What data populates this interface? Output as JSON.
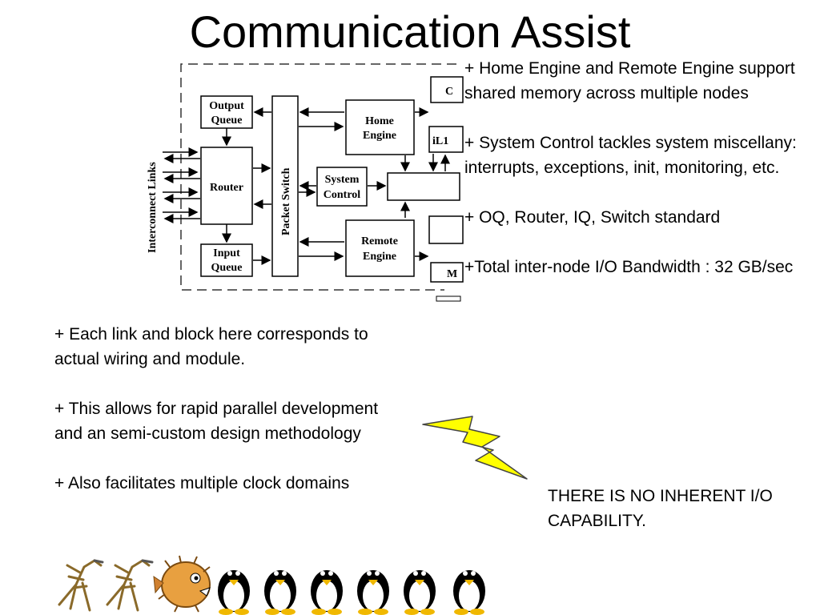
{
  "slide": {
    "title": "Communication Assist"
  },
  "diagram": {
    "interconnect_label": "Interconnect Links",
    "output_queue": [
      "Output",
      "Queue"
    ],
    "router": "Router",
    "input_queue": [
      "Input",
      "Queue"
    ],
    "packet_switch": "Packet Switch",
    "system_control": [
      "System",
      "Control"
    ],
    "home_engine": [
      "Home",
      "Engine"
    ],
    "remote_engine": [
      "Remote",
      "Engine"
    ],
    "il1": "iL1",
    "partial_c": "C",
    "partial_m": "M"
  },
  "right_bullets": [
    "+ Home Engine and Remote Engine support shared memory across multiple nodes",
    "+ System Control tackles system miscellany: interrupts, exceptions, init, monitoring, etc.",
    "+ OQ, Router, IQ, Switch standard",
    "+Total inter-node I/O Bandwidth : 32 GB/sec"
  ],
  "left_bullets": [
    "+  Each link and block here corresponds to actual wiring and module.",
    "+  This allows for rapid parallel development and an semi-custom design methodology",
    "+ Also facilitates multiple clock domains"
  ],
  "callout": "THERE IS NO INHERENT I/O  CAPABILITY.",
  "colors": {
    "block_fill": "#ffffff",
    "bolt_fill": "#ffff00",
    "bolt_stroke": "#444444",
    "dashed_border": "#333333"
  },
  "icons": {
    "bolt": "lightning-bolt-icon",
    "mascots": [
      "dinosaur-skeleton-icon",
      "dinosaur-skeleton-icon",
      "pufferfish-icon",
      "penguin-icon",
      "penguin-icon",
      "penguin-icon",
      "penguin-icon",
      "penguin-icon",
      "penguin-icon"
    ]
  }
}
